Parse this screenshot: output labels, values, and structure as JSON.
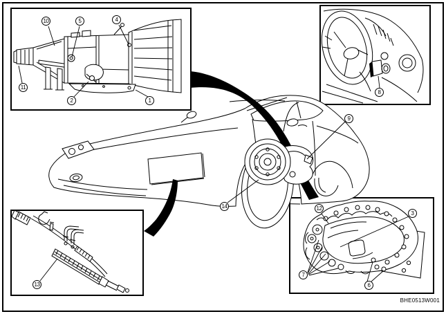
{
  "figure": {
    "code": "BHE0513W001"
  },
  "colors": {
    "ink": "#000000",
    "paper": "#ffffff"
  },
  "callouts": {
    "c1": "1",
    "c2": "2",
    "c3": "3",
    "c4": "4",
    "c5": "5",
    "c6": "6",
    "c7": "7",
    "c8": "8",
    "c9": "9",
    "c10": "10",
    "c11": "11",
    "c12": "12",
    "c13": "13",
    "c14": "14"
  }
}
